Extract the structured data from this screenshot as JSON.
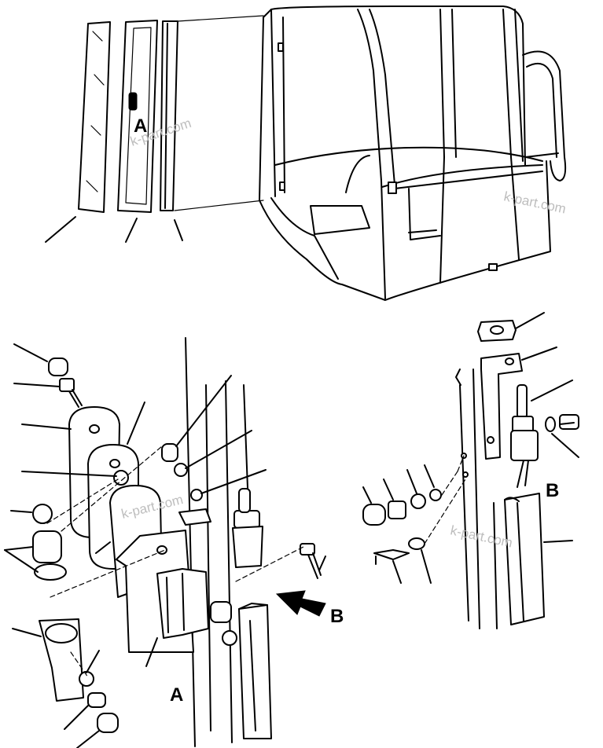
{
  "labels": {
    "top_detail_ref": "A",
    "arrow_ref": "B",
    "detail_a_caption": "A",
    "detail_b_caption": "B"
  },
  "watermarks": [
    "k-part.com",
    "k-part.com",
    "k-part.com",
    "k-part.com"
  ],
  "colors": {
    "ink": "#000000",
    "paper": "#ffffff",
    "watermark": "#bdbdbd"
  }
}
